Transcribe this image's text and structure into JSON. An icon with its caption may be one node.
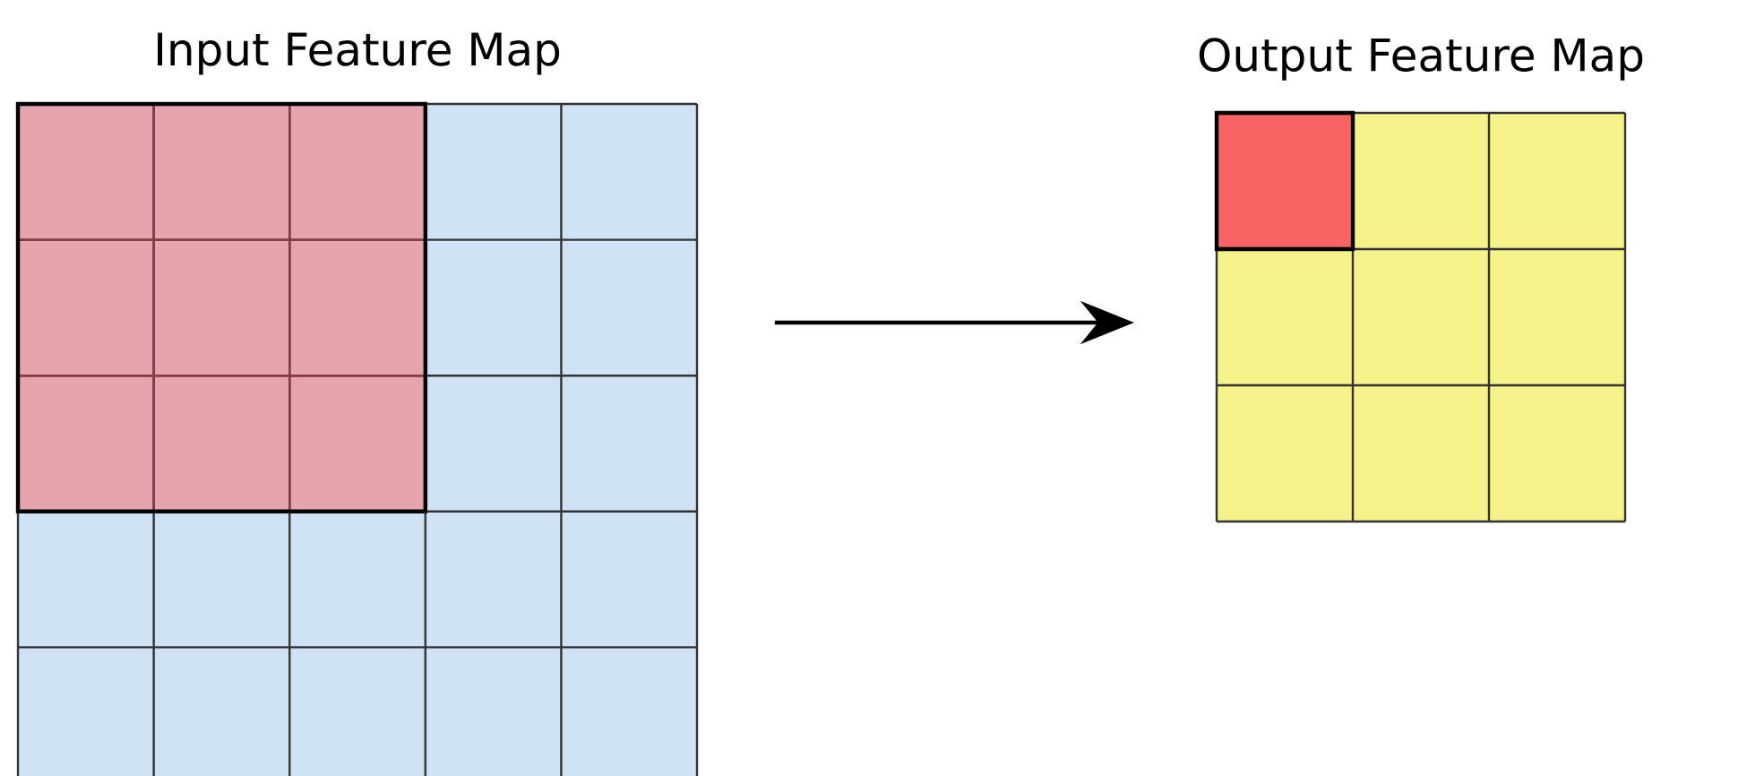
{
  "diagram": {
    "nodes": [
      {
        "text": [
          "Input Feature Map"
        ]
      },
      {
        "text": [
          "Output Feature Map"
        ]
      }
    ],
    "edges": [
      {
        "from": 0,
        "to": 1,
        "arrow": "to"
      }
    ]
  }
}
